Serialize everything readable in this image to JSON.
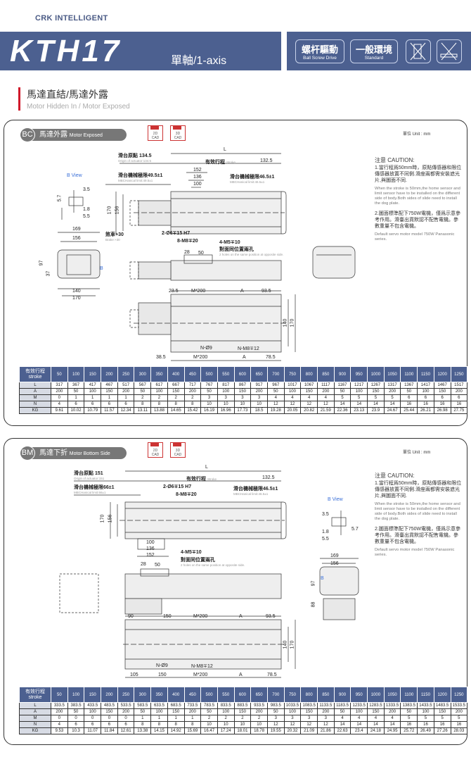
{
  "header": {
    "brand": "CRK INTELLIGENT",
    "model": "KTH17",
    "axis": "單軸/1-axis",
    "badges": [
      {
        "zh": "螺杆驅動",
        "en": "Ball Screw Drive"
      },
      {
        "zh": "一般環境",
        "en": "Standard"
      }
    ],
    "icons": [
      "no-vertical-mount-icon",
      "no-ceiling-mount-icon"
    ]
  },
  "section": {
    "title": "馬達直結/馬達外露",
    "subtitle": "Motor Hidden In / Motor Exposed"
  },
  "cad": {
    "d2": "2D",
    "d3": "3D",
    "cad": "CAD"
  },
  "unit": "單位 Unit : mm",
  "caution": {
    "title": "注意 CAUTION:",
    "n1_zh": "1.當行程爲50mm時，原點傳感器和限位傳感器放置不同側.滑座兩都需安裝遮光片,與圖面不同.",
    "n1_en": "When the stroke is 50mm,the home sensor and limit sensor have to be installed on the different side of body.Both sides of slide need to install the dog plate.",
    "n2_zh": "2.圖面標準配下750W電機，僅爲示意參考作用。滑臺出貨默認不配售電機。參數重量不包含電機。",
    "n2_en": "Default servo motor model 750W Panasonic series."
  },
  "bc": {
    "code": "BC",
    "zh": "馬達外露",
    "en": "Motor Exposed",
    "dims": {
      "L": "L",
      "origin": "滑台原點 134.5",
      "origin_en": "Origin of actuator:134.5",
      "stroke": "有效行程",
      "stroke_en": "Stroke",
      "r": "132.5",
      "d152": "152",
      "d136": "136",
      "d100": "100",
      "mechL": "滑台機械極限49.5±1",
      "mechL_en": "MBCHanical limit:49.5±1",
      "mechR": "滑台機械極限46.5±1",
      "mechR_en": "MBCHanical limit:46.5±1",
      "bview": "B View",
      "b35": "3.5",
      "b57": "5.7",
      "b18": "1.8",
      "b55": "5.5",
      "h170": "170",
      "h156": "156",
      "brake": "煞車+30",
      "brake_en": "Brake:+30",
      "pin": "2-Ø6∓15 H7",
      "m8": "8-M8∓20",
      "m5": "4-M5∓10",
      "opp": "對面同位置兩孔",
      "opp_en": "2 holes on the same position at opposite side.",
      "d28": "28",
      "d50": "50",
      "e169": "169",
      "e156": "156",
      "e97": "97",
      "e37": "37",
      "e140": "140",
      "e170": "170",
      "B": "B",
      "t235": "23.5",
      "tM": "M*200",
      "tA": "A",
      "t935": "93.5",
      "v140": "140",
      "v170": "170",
      "nh": "N-Ø9",
      "nm": "N-M8∓12",
      "b385": "38.5",
      "bM": "M*200",
      "bA": "A",
      "b785": "78.5"
    }
  },
  "bm": {
    "code": "BM",
    "zh": "馬達下折",
    "en": "Motor Bottom Side",
    "dims": {
      "L": "L",
      "origin": "滑台原點 151",
      "origin_en": "Origin of actuator:151",
      "stroke": "有效行程",
      "stroke_en": "Stroke",
      "r": "132.5",
      "mechL": "滑台機械極限66±1",
      "mechL_en": "MBCHanical limit:66±1",
      "mechR": "滑台機械極限46.5±1",
      "mechR_en": "MBCHanical limit:46.5±1",
      "pin": "2-Ø6∓15 H7",
      "m8": "8-M8∓20",
      "h170": "170",
      "h156": "156",
      "d100": "100",
      "d136": "136",
      "d152": "152",
      "m5": "4-M5∓10",
      "opp": "對面同位置兩孔",
      "opp_en": "2 holes on the same position at opposite side.",
      "d28": "28",
      "d50": "50",
      "bview": "B View",
      "b35": "3.5",
      "b57": "5.7",
      "b18": "1.8",
      "b55": "5.5",
      "e169": "169",
      "e156": "156",
      "e97": "97",
      "e88": "88",
      "B": "B",
      "t90": "90",
      "t150": "150",
      "tM": "M*200",
      "tA": "A",
      "t935": "93.5",
      "v140": "140",
      "v170": "170",
      "nh": "N-Ø9",
      "nm": "N-M8∓12",
      "b105": "105",
      "b150": "150",
      "bM": "M*200",
      "bA": "A",
      "b785": "78.5"
    }
  },
  "table_bc": {
    "header_zh": "有效行程",
    "header_en": "stroke",
    "strokes": [
      "50",
      "100",
      "150",
      "200",
      "250",
      "300",
      "350",
      "400",
      "450",
      "500",
      "550",
      "600",
      "650",
      "700",
      "750",
      "800",
      "850",
      "900",
      "950",
      "1000",
      "1050",
      "1100",
      "1150",
      "1200",
      "1250"
    ],
    "rows": [
      {
        "label": "L",
        "values": [
          "317",
          "367",
          "417",
          "467",
          "517",
          "567",
          "617",
          "667",
          "717",
          "767",
          "817",
          "867",
          "917",
          "967",
          "1017",
          "1067",
          "1117",
          "1167",
          "1217",
          "1267",
          "1317",
          "1367",
          "1417",
          "1467",
          "1517"
        ]
      },
      {
        "label": "A",
        "values": [
          "200",
          "50",
          "100",
          "150",
          "200",
          "50",
          "100",
          "150",
          "200",
          "50",
          "100",
          "150",
          "200",
          "50",
          "100",
          "150",
          "200",
          "50",
          "100",
          "150",
          "200",
          "50",
          "100",
          "150",
          "200"
        ]
      },
      {
        "label": "M",
        "values": [
          "0",
          "1",
          "1",
          "1",
          "1",
          "2",
          "2",
          "2",
          "2",
          "3",
          "3",
          "3",
          "3",
          "4",
          "4",
          "4",
          "4",
          "5",
          "5",
          "5",
          "5",
          "6",
          "6",
          "6",
          "6"
        ]
      },
      {
        "label": "N",
        "values": [
          "4",
          "6",
          "6",
          "6",
          "6",
          "8",
          "8",
          "8",
          "8",
          "10",
          "10",
          "10",
          "10",
          "12",
          "12",
          "12",
          "12",
          "14",
          "14",
          "14",
          "14",
          "16",
          "16",
          "16",
          "16"
        ]
      },
      {
        "label": "KG",
        "values": [
          "9.61",
          "10.02",
          "10.79",
          "11.57",
          "12.34",
          "13.11",
          "13.88",
          "14.65",
          "15.42",
          "16.19",
          "16.96",
          "17.73",
          "18.5",
          "19.28",
          "20.05",
          "20.82",
          "21.59",
          "22.36",
          "23.13",
          "23.9",
          "24.67",
          "25.44",
          "26.21",
          "26.98",
          "27.75"
        ]
      }
    ]
  },
  "table_bm": {
    "header_zh": "有效行程",
    "header_en": "stroke",
    "strokes": [
      "50",
      "100",
      "150",
      "200",
      "250",
      "300",
      "350",
      "400",
      "450",
      "500",
      "550",
      "600",
      "650",
      "700",
      "750",
      "800",
      "850",
      "900",
      "950",
      "1000",
      "1050",
      "1100",
      "1150",
      "1200",
      "1250"
    ],
    "rows": [
      {
        "label": "L",
        "values": [
          "333.5",
          "383.5",
          "433.5",
          "483.5",
          "533.5",
          "583.5",
          "633.5",
          "683.5",
          "733.5",
          "783.5",
          "833.5",
          "883.5",
          "933.5",
          "983.5",
          "1033.5",
          "1083.5",
          "1133.5",
          "1183.5",
          "1233.5",
          "1283.5",
          "1333.5",
          "1383.5",
          "1433.5",
          "1483.5",
          "1533.5"
        ]
      },
      {
        "label": "A",
        "values": [
          "200",
          "50",
          "100",
          "150",
          "200",
          "50",
          "100",
          "150",
          "200",
          "50",
          "100",
          "150",
          "200",
          "50",
          "100",
          "150",
          "200",
          "50",
          "100",
          "150",
          "200",
          "50",
          "100",
          "150",
          "200"
        ]
      },
      {
        "label": "M",
        "values": [
          "0",
          "0",
          "0",
          "0",
          "0",
          "1",
          "1",
          "1",
          "1",
          "2",
          "2",
          "2",
          "2",
          "3",
          "3",
          "3",
          "3",
          "4",
          "4",
          "4",
          "4",
          "5",
          "5",
          "5",
          "5"
        ]
      },
      {
        "label": "N",
        "values": [
          "4",
          "6",
          "6",
          "6",
          "6",
          "8",
          "8",
          "8",
          "8",
          "10",
          "10",
          "10",
          "10",
          "12",
          "12",
          "12",
          "12",
          "14",
          "14",
          "14",
          "14",
          "16",
          "16",
          "16",
          "16"
        ]
      },
      {
        "label": "KG",
        "values": [
          "9.53",
          "10.3",
          "11.07",
          "11.84",
          "12.61",
          "13.38",
          "14.15",
          "14.92",
          "15.69",
          "16.47",
          "17.24",
          "18.01",
          "18.78",
          "19.55",
          "20.32",
          "21.09",
          "21.86",
          "22.63",
          "23.4",
          "24.18",
          "24.95",
          "25.72",
          "26.49",
          "27.26",
          "28.03"
        ]
      }
    ]
  }
}
